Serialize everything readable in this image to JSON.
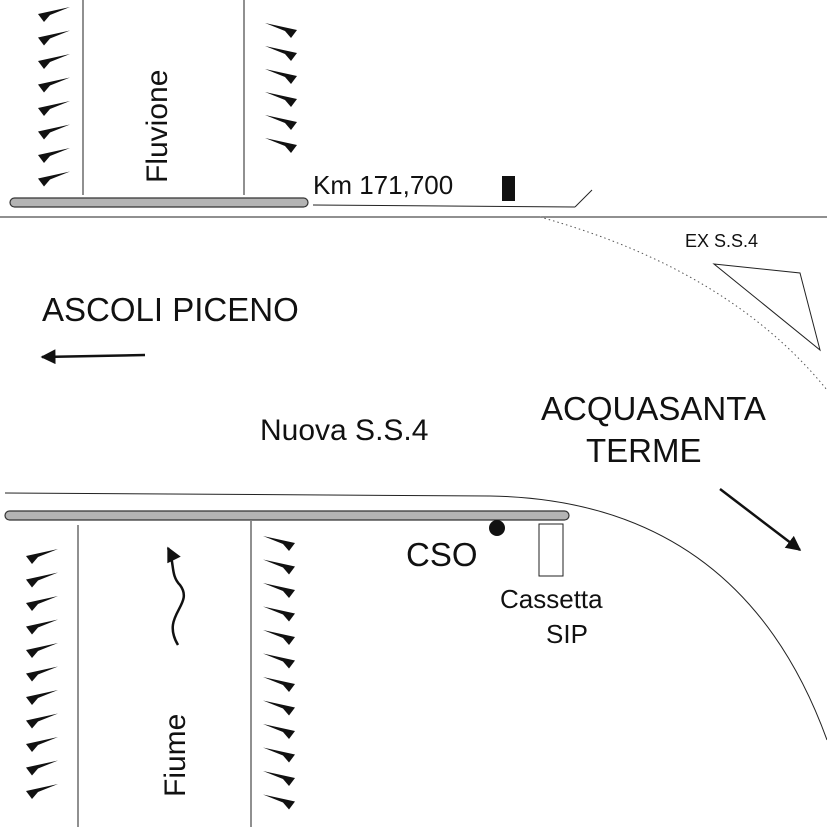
{
  "labels": {
    "river_top": "Fluvione",
    "river_bottom": "Fiume",
    "km_marker": "Km 171,700",
    "old_road": "EX  S.S.4",
    "dest_left": "ASCOLI PICENO",
    "road_name": "Nuova  S.S.4",
    "dest_right_line1": "ACQUASANTA",
    "dest_right_line2": "TERME",
    "cso": "CSO",
    "box_line1": "Cassetta",
    "box_line2": "SIP"
  },
  "colors": {
    "ink": "#111111",
    "guardrail": "#b4b4b4"
  },
  "icons": [
    "arrow-left-icon",
    "arrow-down-right-icon",
    "wavy-flow-arrow-icon",
    "cso-dot-icon",
    "km-marker-icon"
  ]
}
